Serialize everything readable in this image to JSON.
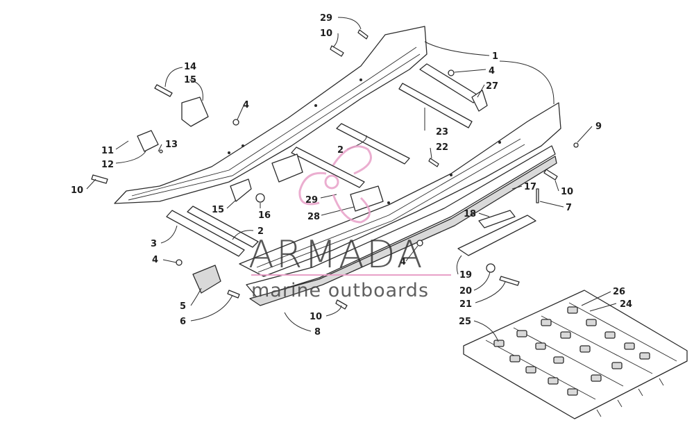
{
  "watermark": {
    "brand": "ARMADA",
    "tagline": "marine outboards",
    "brand_color": "#333333",
    "logo_color": "#e8a0c8"
  },
  "callouts": [
    {
      "id": "c1",
      "label": "29"
    },
    {
      "id": "c2",
      "label": "10"
    },
    {
      "id": "c3",
      "label": "1"
    },
    {
      "id": "c4",
      "label": "4"
    },
    {
      "id": "c5",
      "label": "27"
    },
    {
      "id": "c6",
      "label": "14"
    },
    {
      "id": "c7",
      "label": "15"
    },
    {
      "id": "c8",
      "label": "4"
    },
    {
      "id": "c9",
      "label": "23"
    },
    {
      "id": "c10",
      "label": "9"
    },
    {
      "id": "c11",
      "label": "11"
    },
    {
      "id": "c12",
      "label": "13"
    },
    {
      "id": "c13",
      "label": "12"
    },
    {
      "id": "c14",
      "label": "2"
    },
    {
      "id": "c15",
      "label": "22"
    },
    {
      "id": "c16",
      "label": "10"
    },
    {
      "id": "c17",
      "label": "10"
    },
    {
      "id": "c18",
      "label": "17"
    },
    {
      "id": "c19",
      "label": "29"
    },
    {
      "id": "c20",
      "label": "7"
    },
    {
      "id": "c21",
      "label": "15"
    },
    {
      "id": "c22",
      "label": "16"
    },
    {
      "id": "c23",
      "label": "28"
    },
    {
      "id": "c24",
      "label": "18"
    },
    {
      "id": "c25",
      "label": "3"
    },
    {
      "id": "c26",
      "label": "2"
    },
    {
      "id": "c27",
      "label": "4"
    },
    {
      "id": "c28",
      "label": "4"
    },
    {
      "id": "c29",
      "label": "19"
    },
    {
      "id": "c30",
      "label": "20"
    },
    {
      "id": "c31",
      "label": "5"
    },
    {
      "id": "c32",
      "label": "21"
    },
    {
      "id": "c33",
      "label": "26"
    },
    {
      "id": "c34",
      "label": "24"
    },
    {
      "id": "c35",
      "label": "6"
    },
    {
      "id": "c36",
      "label": "10"
    },
    {
      "id": "c37",
      "label": "25"
    },
    {
      "id": "c38",
      "label": "8"
    }
  ]
}
